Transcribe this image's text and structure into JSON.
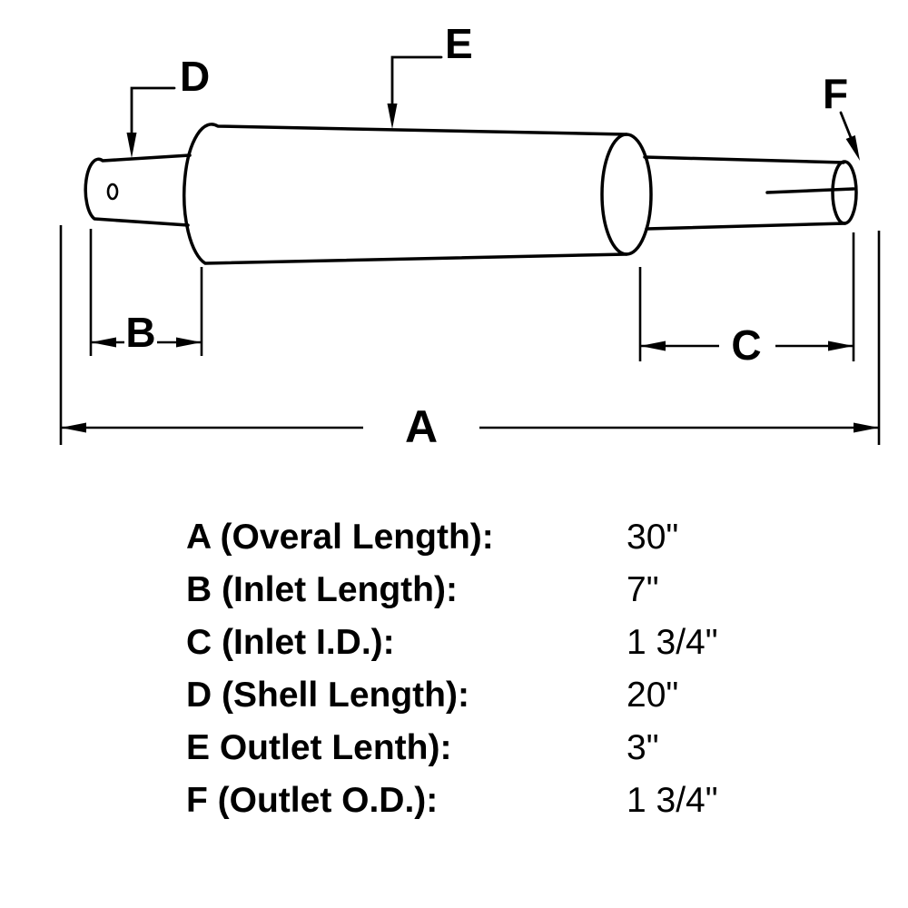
{
  "page": {
    "background_color": "#ffffff",
    "line_color": "#000000"
  },
  "diagram": {
    "labels": {
      "A": "A",
      "B": "B",
      "C": "C",
      "D": "D",
      "E": "E",
      "F": "F"
    }
  },
  "specs": {
    "rows": [
      {
        "label": "A (Overal Length):",
        "value": "30\""
      },
      {
        "label": "B (Inlet Length):",
        "value": "7\""
      },
      {
        "label": "C (Inlet I.D.):",
        "value": "1 3/4\""
      },
      {
        "label": "D (Shell Length):",
        "value": "20\""
      },
      {
        "label": "E Outlet Lenth):",
        "value": "3\""
      },
      {
        "label": "F (Outlet O.D.):",
        "value": "1 3/4\""
      }
    ]
  }
}
